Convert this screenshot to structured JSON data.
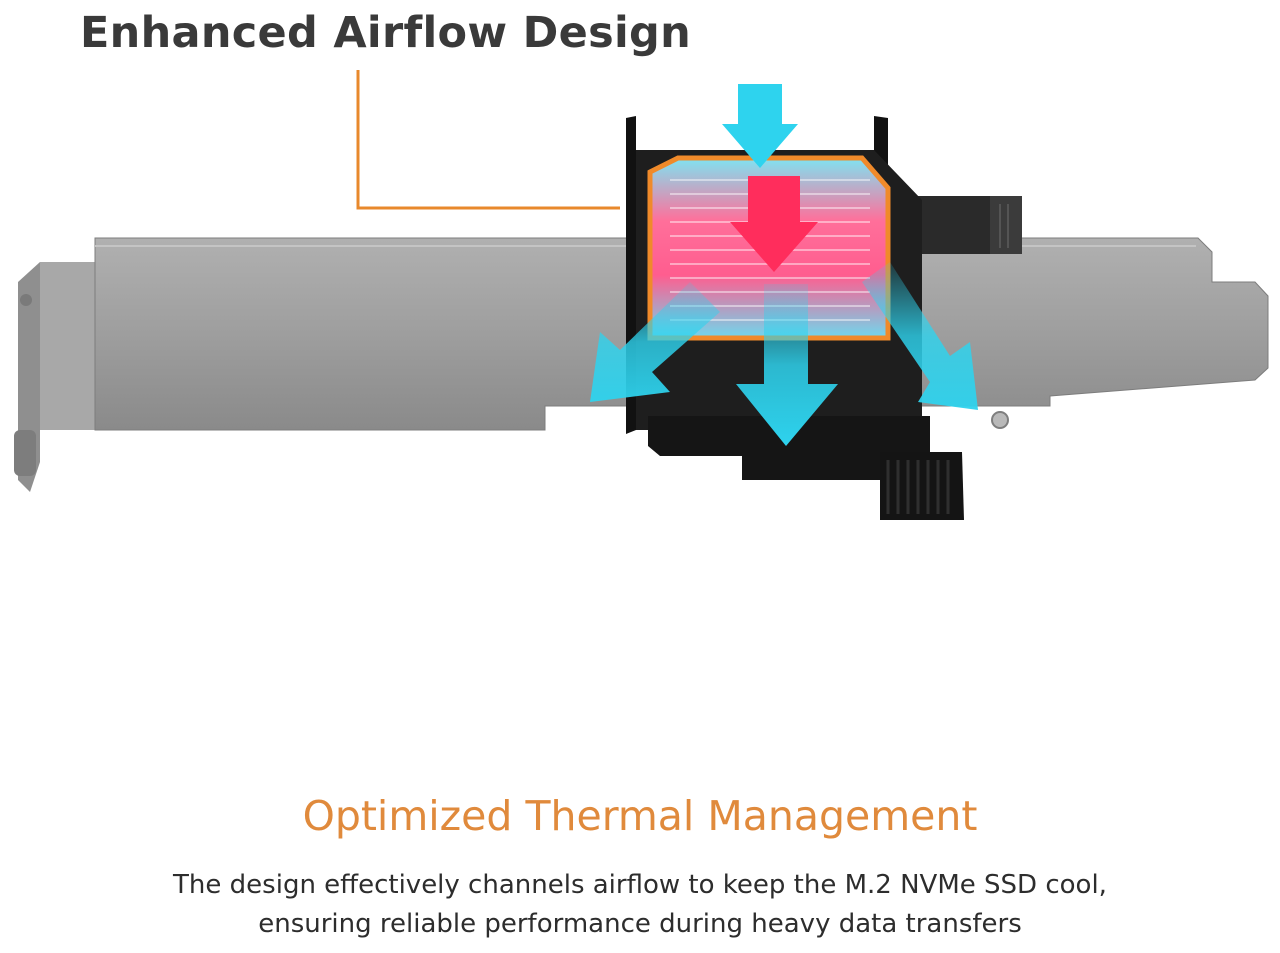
{
  "header": {
    "title": "Enhanced Airflow Design"
  },
  "illustration": {
    "subject": "PCIe adapter card with M.2 NVMe SSD heatsink",
    "colors": {
      "callout_line": "#e8892c",
      "cool_airflow": "#2ed3ee",
      "hot_airflow": "#ff2d5c",
      "bracket": "#9c9c9c",
      "housing": "#1e1e1e"
    },
    "icons": [
      "airflow-arrow-down",
      "heat-arrow-down",
      "airflow-arrow-down-left",
      "airflow-arrow-down-right"
    ]
  },
  "section": {
    "subtitle": "Optimized Thermal Management",
    "description_lines": [
      "The design effectively channels airflow to keep the M.2 NVMe SSD cool,",
      "ensuring reliable performance during heavy data transfers"
    ]
  }
}
